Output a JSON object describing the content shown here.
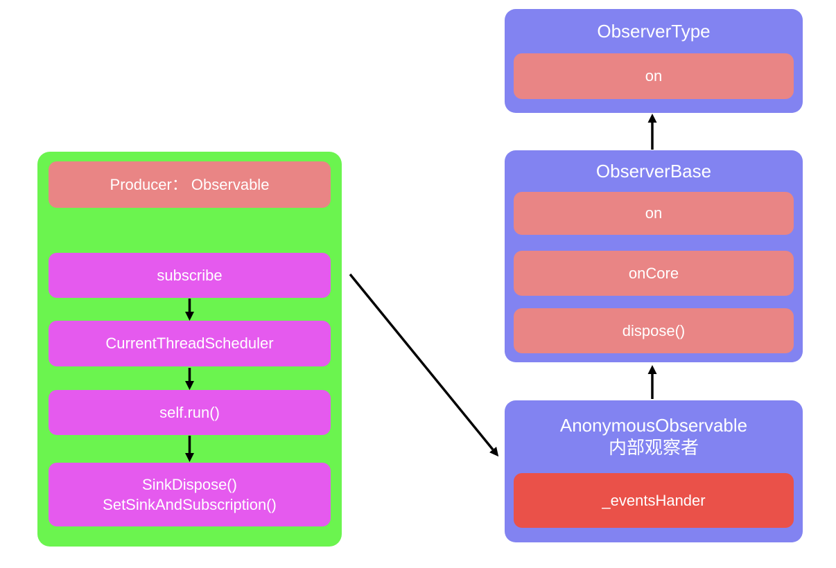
{
  "colors": {
    "bg": "#ffffff",
    "green": "#6BF44F",
    "magenta": "#E55AEE",
    "salmon": "#E98585",
    "purple": "#8283F1",
    "red": "#EA5149",
    "arrow": "#000000",
    "text": "#ffffff"
  },
  "producer": {
    "title": "Producer： Observable",
    "steps": [
      {
        "label": "subscribe"
      },
      {
        "label": "CurrentThreadScheduler"
      },
      {
        "label": "self.run()"
      },
      {
        "label": "SinkDispose()\nSetSinkAndSubscription()"
      }
    ]
  },
  "observer_classes": [
    {
      "title": "ObserverType",
      "members": [
        {
          "label": "on"
        }
      ]
    },
    {
      "title": "ObserverBase",
      "members": [
        {
          "label": "on"
        },
        {
          "label": "onCore"
        },
        {
          "label": "dispose()"
        }
      ]
    },
    {
      "title": "AnonymousObservable\n内部观察者",
      "members": [
        {
          "label": "_eventsHander"
        }
      ]
    }
  ],
  "edges": [
    {
      "from": "subscribe",
      "to": "CurrentThreadScheduler",
      "direction": "down"
    },
    {
      "from": "CurrentThreadScheduler",
      "to": "self.run()",
      "direction": "down"
    },
    {
      "from": "self.run()",
      "to": "SinkDispose() SetSinkAndSubscription()",
      "direction": "down"
    },
    {
      "from": "subscribe",
      "to": "AnonymousObservable 内部观察者",
      "direction": "diagonal"
    },
    {
      "from": "AnonymousObservable 内部观察者",
      "to": "ObserverBase",
      "direction": "up"
    },
    {
      "from": "ObserverBase",
      "to": "ObserverType",
      "direction": "up"
    }
  ]
}
